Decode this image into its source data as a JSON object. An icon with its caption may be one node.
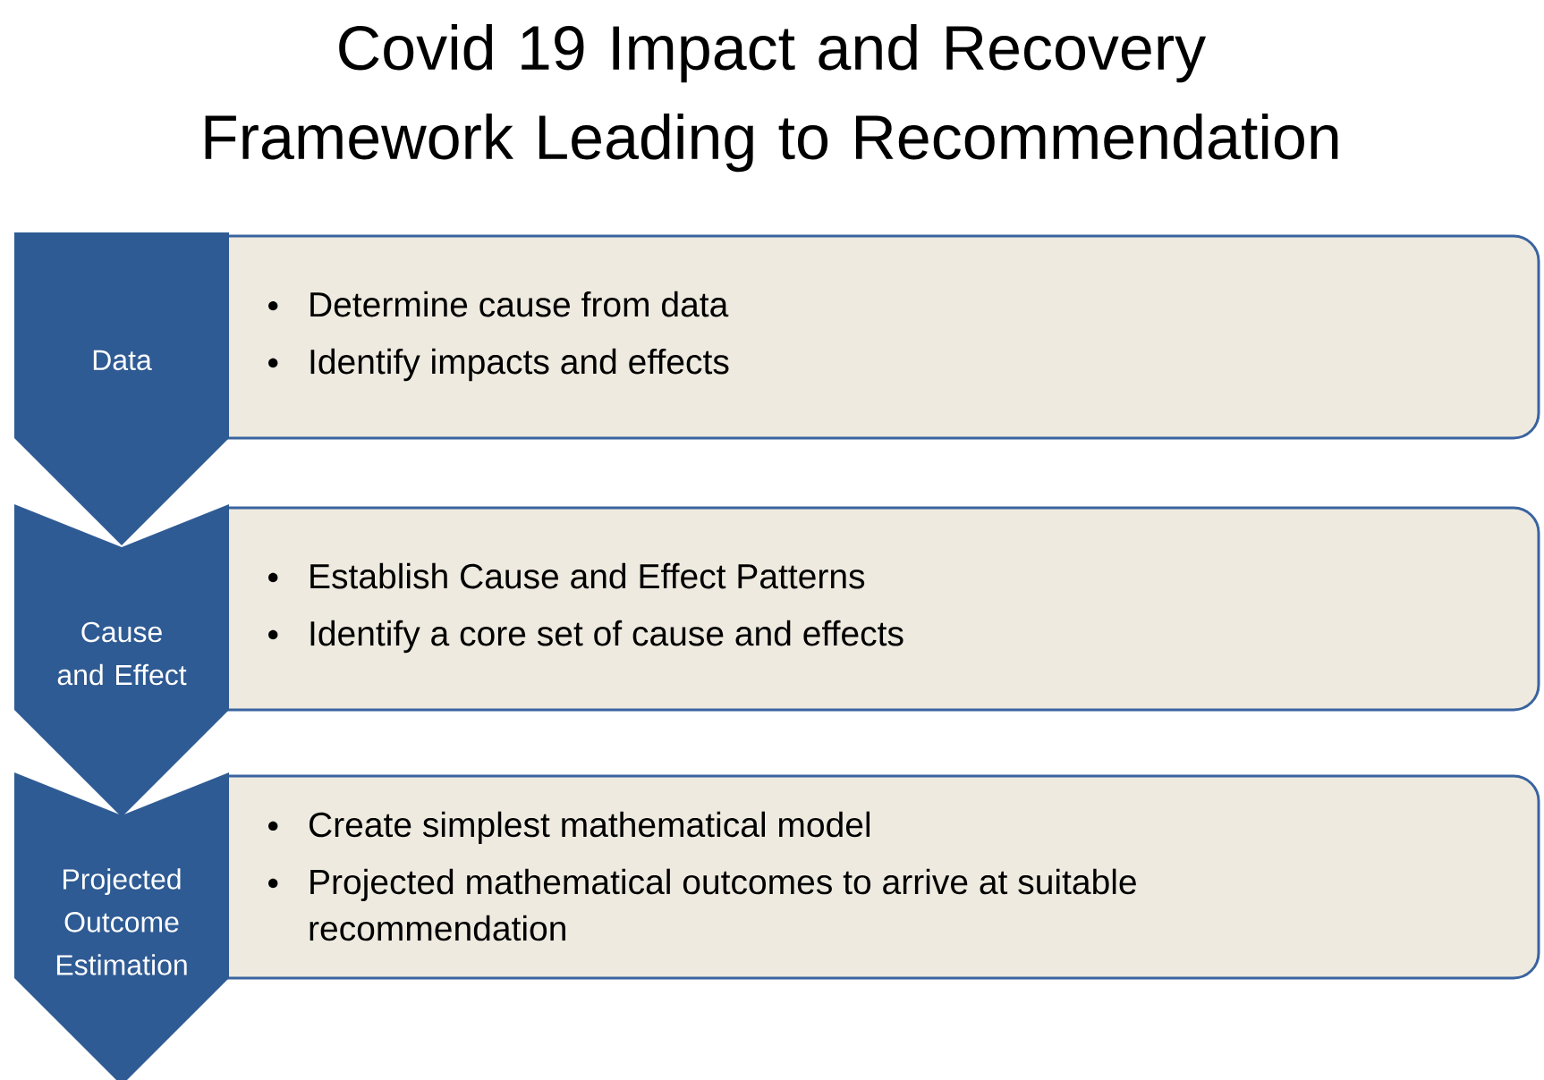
{
  "diagram": {
    "title": "Covid 19 Impact and Recovery Framework Leading to Recommendation",
    "nodes": [
      {
        "text": [
          "Data"
        ]
      },
      {
        "text": [
          "Determine cause from data",
          "Identify  impacts and effects"
        ]
      },
      {
        "text": [
          "Cause and Effect"
        ]
      },
      {
        "text": [
          "Establish Cause and Effect Patterns",
          "Identify a core set of cause and effects"
        ]
      },
      {
        "text": [
          "Projected Outcome Estimation"
        ]
      },
      {
        "text": [
          "Create simplest mathematical model",
          "Projected mathematical outcomes to arrive at suitable recommendation"
        ]
      }
    ]
  }
}
